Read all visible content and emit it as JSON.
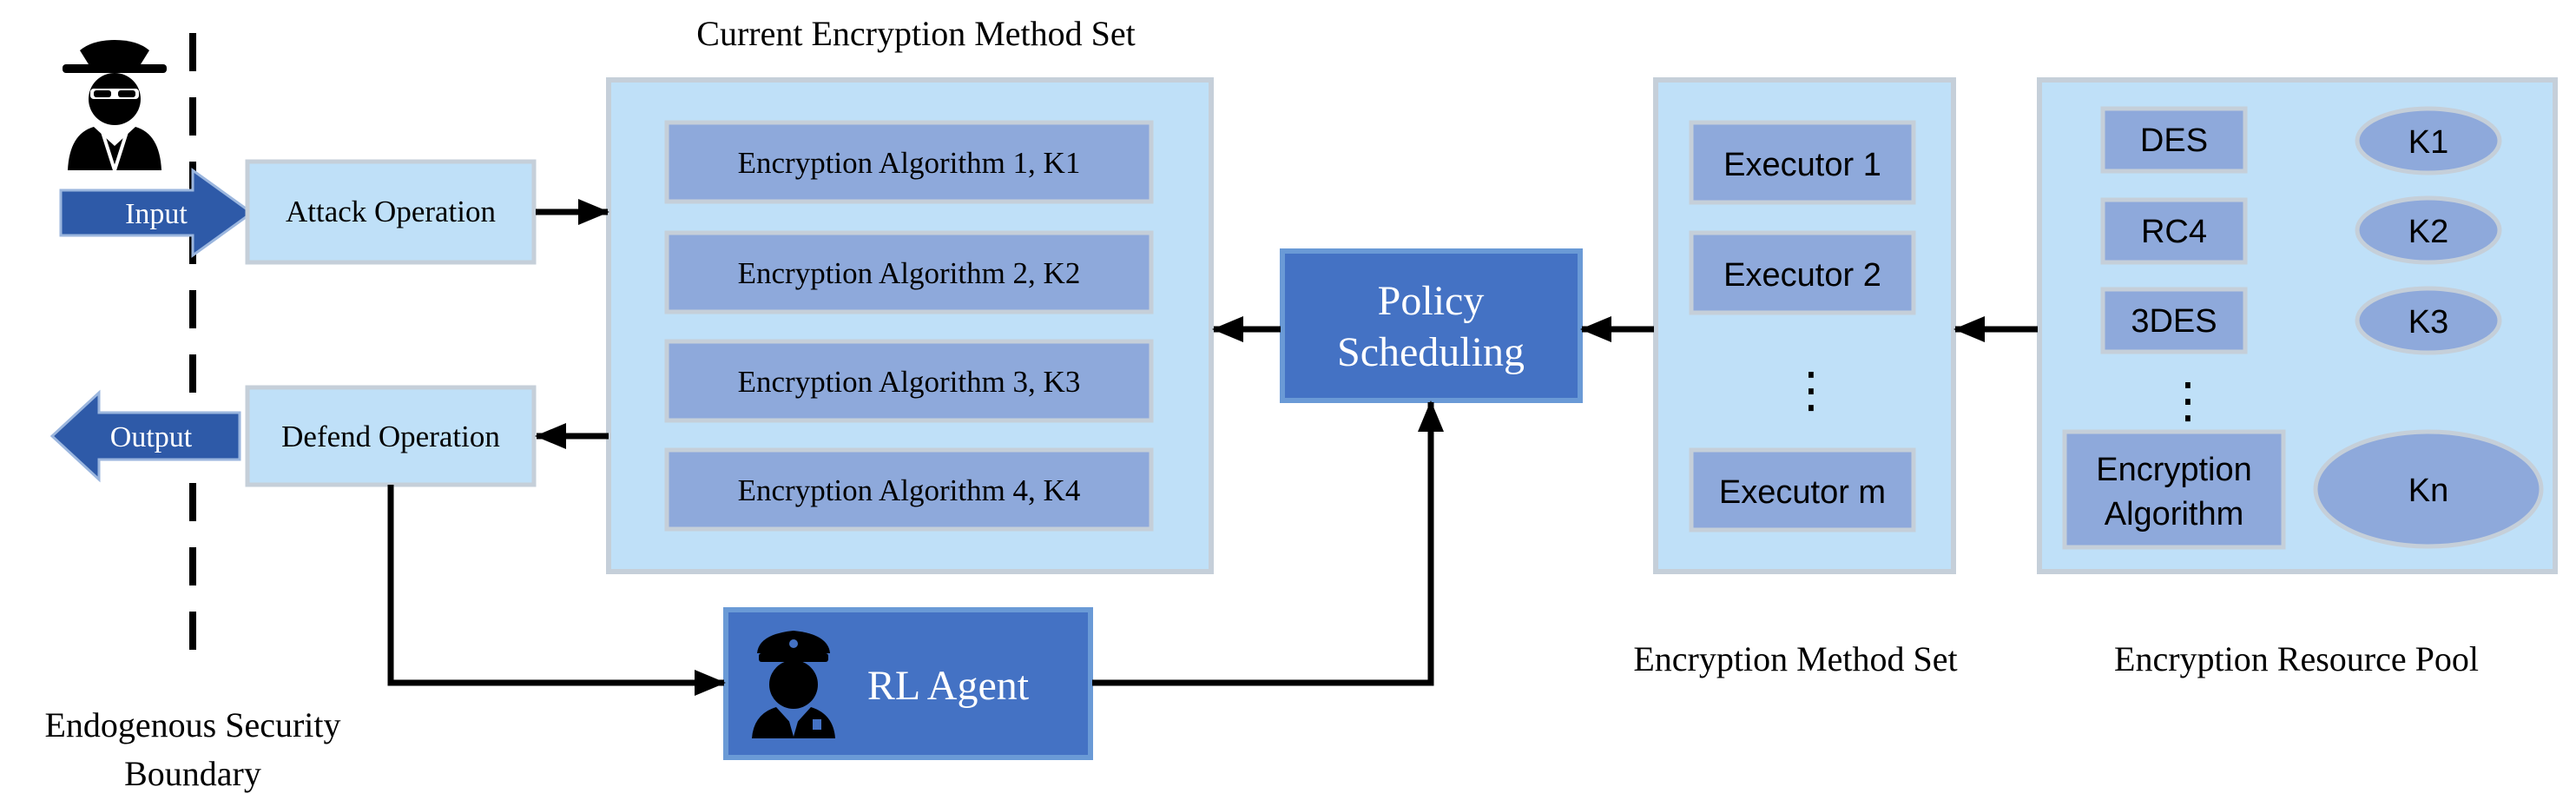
{
  "boundary": {
    "label_line1": "Endogenous Security",
    "label_line2": "Boundary"
  },
  "io": {
    "input_label": "Input",
    "output_label": "Output",
    "attack_operation": "Attack Operation",
    "defend_operation": "Defend Operation"
  },
  "current_set": {
    "title": "Current Encryption Method Set",
    "algorithms": [
      "Encryption Algorithm 1, K1",
      "Encryption Algorithm 2, K2",
      "Encryption Algorithm 3, K3",
      "Encryption Algorithm 4, K4"
    ]
  },
  "policy": {
    "line1": "Policy",
    "line2": "Scheduling"
  },
  "agent": {
    "label": "RL Agent"
  },
  "method_set": {
    "title": "Encryption Method Set",
    "executors": [
      "Executor 1",
      "Executor 2",
      "Executor m"
    ],
    "ellipsis": "⋮"
  },
  "resource_pool": {
    "title": "Encryption Resource Pool",
    "algorithms": [
      "DES",
      "RC4",
      "3DES"
    ],
    "generic_algorithm_line1": "Encryption",
    "generic_algorithm_line2": "Algorithm",
    "keys": [
      "K1",
      "K2",
      "K3",
      "Kn"
    ],
    "ellipsis": "⋮"
  },
  "icons": {
    "attacker": "spy-icon",
    "agent": "police-officer-icon"
  },
  "colors": {
    "light_fill": "#bfe0f8",
    "light_border": "#c5cfd9",
    "inner_fill": "#8ea9db",
    "dark_blue": "#4472c4",
    "arrow_blue": "#2e5aa8",
    "black": "#000000"
  }
}
